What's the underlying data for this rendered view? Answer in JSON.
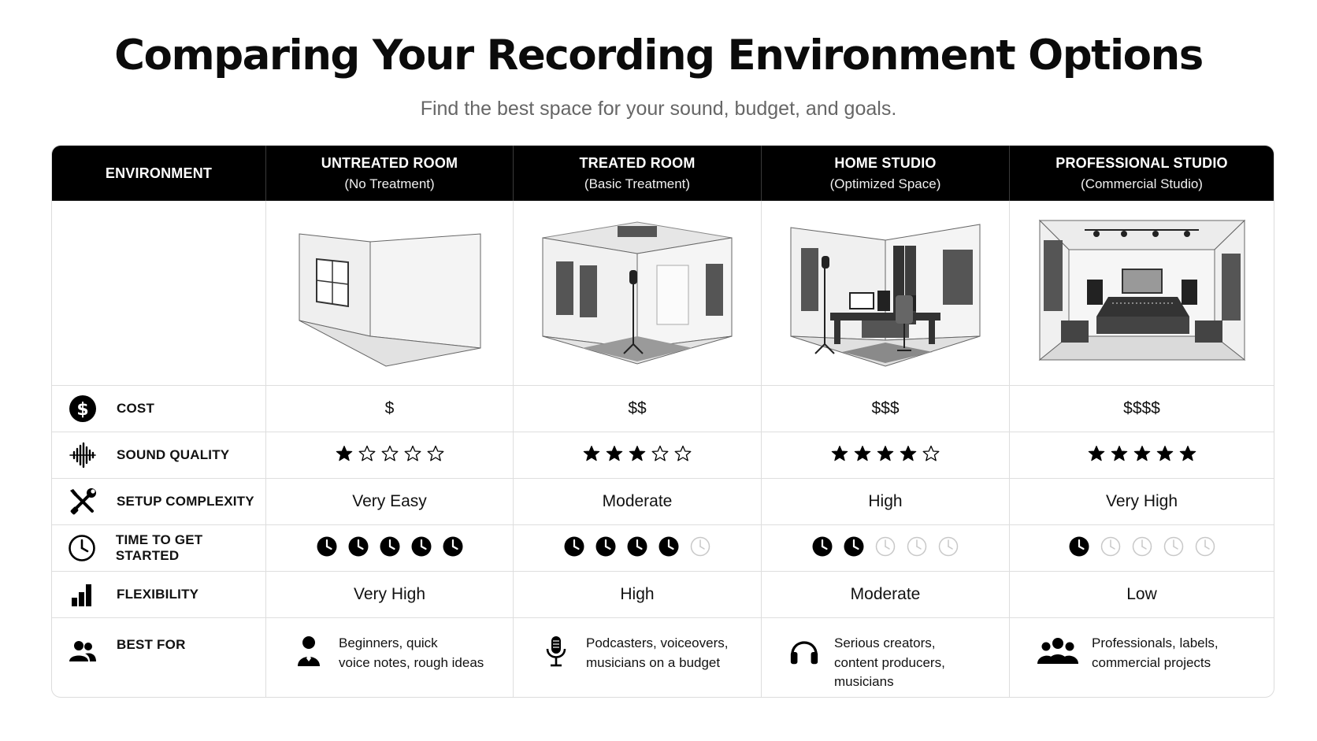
{
  "title": "Comparing Your Recording Environment Options",
  "subtitle": "Find the best space for your sound, budget, and goals.",
  "header": {
    "environment": "ENVIRONMENT",
    "columns": [
      {
        "name": "UNTREATED ROOM",
        "sub": "(No Treatment)"
      },
      {
        "name": "TREATED ROOM",
        "sub": "(Basic Treatment)"
      },
      {
        "name": "HOME STUDIO",
        "sub": "(Optimized Space)"
      },
      {
        "name": "PROFESSIONAL STUDIO",
        "sub": "(Commercial Studio)"
      }
    ]
  },
  "images": [
    "untreated-room-illustration",
    "treated-room-illustration",
    "home-studio-illustration",
    "professional-studio-illustration"
  ],
  "rows": {
    "cost": {
      "label": "COST",
      "icon": "dollar-icon",
      "values": [
        "$",
        "$$",
        "$$$",
        "$$$$"
      ]
    },
    "sound_quality": {
      "label": "SOUND QUALITY",
      "icon": "waveform-icon",
      "stars_out_of": 5,
      "values": [
        1,
        3,
        4,
        5
      ]
    },
    "setup_complexity": {
      "label": "SETUP COMPLEXITY",
      "icon": "tools-icon",
      "values": [
        "Very Easy",
        "Moderate",
        "High",
        "Very High"
      ]
    },
    "time_to_get_started": {
      "label": "TIME TO GET STARTED",
      "icon": "clock-icon",
      "clocks_out_of": 5,
      "values": [
        5,
        4,
        2,
        1
      ]
    },
    "flexibility": {
      "label": "FLEXIBILITY",
      "icon": "bar-chart-icon",
      "values": [
        "Very High",
        "High",
        "Moderate",
        "Low"
      ]
    },
    "best_for": {
      "label": "BEST FOR",
      "icon": "users-icon",
      "values": [
        {
          "icon": "person-icon",
          "lines": [
            "Beginners, quick",
            "voice notes, rough ideas"
          ]
        },
        {
          "icon": "microphone-icon",
          "lines": [
            "Podcasters, voiceovers,",
            "musicians on a budget"
          ]
        },
        {
          "icon": "headphones-icon",
          "lines": [
            "Serious creators,",
            "content producers,",
            "musicians"
          ]
        },
        {
          "icon": "group-icon",
          "lines": [
            "Professionals, labels,",
            "commercial projects"
          ]
        }
      ]
    }
  },
  "colors": {
    "header_bg": "#000000",
    "text": "#111111",
    "subtitle": "#666666",
    "border": "#dedede",
    "inactive": "#c8c8c8"
  }
}
